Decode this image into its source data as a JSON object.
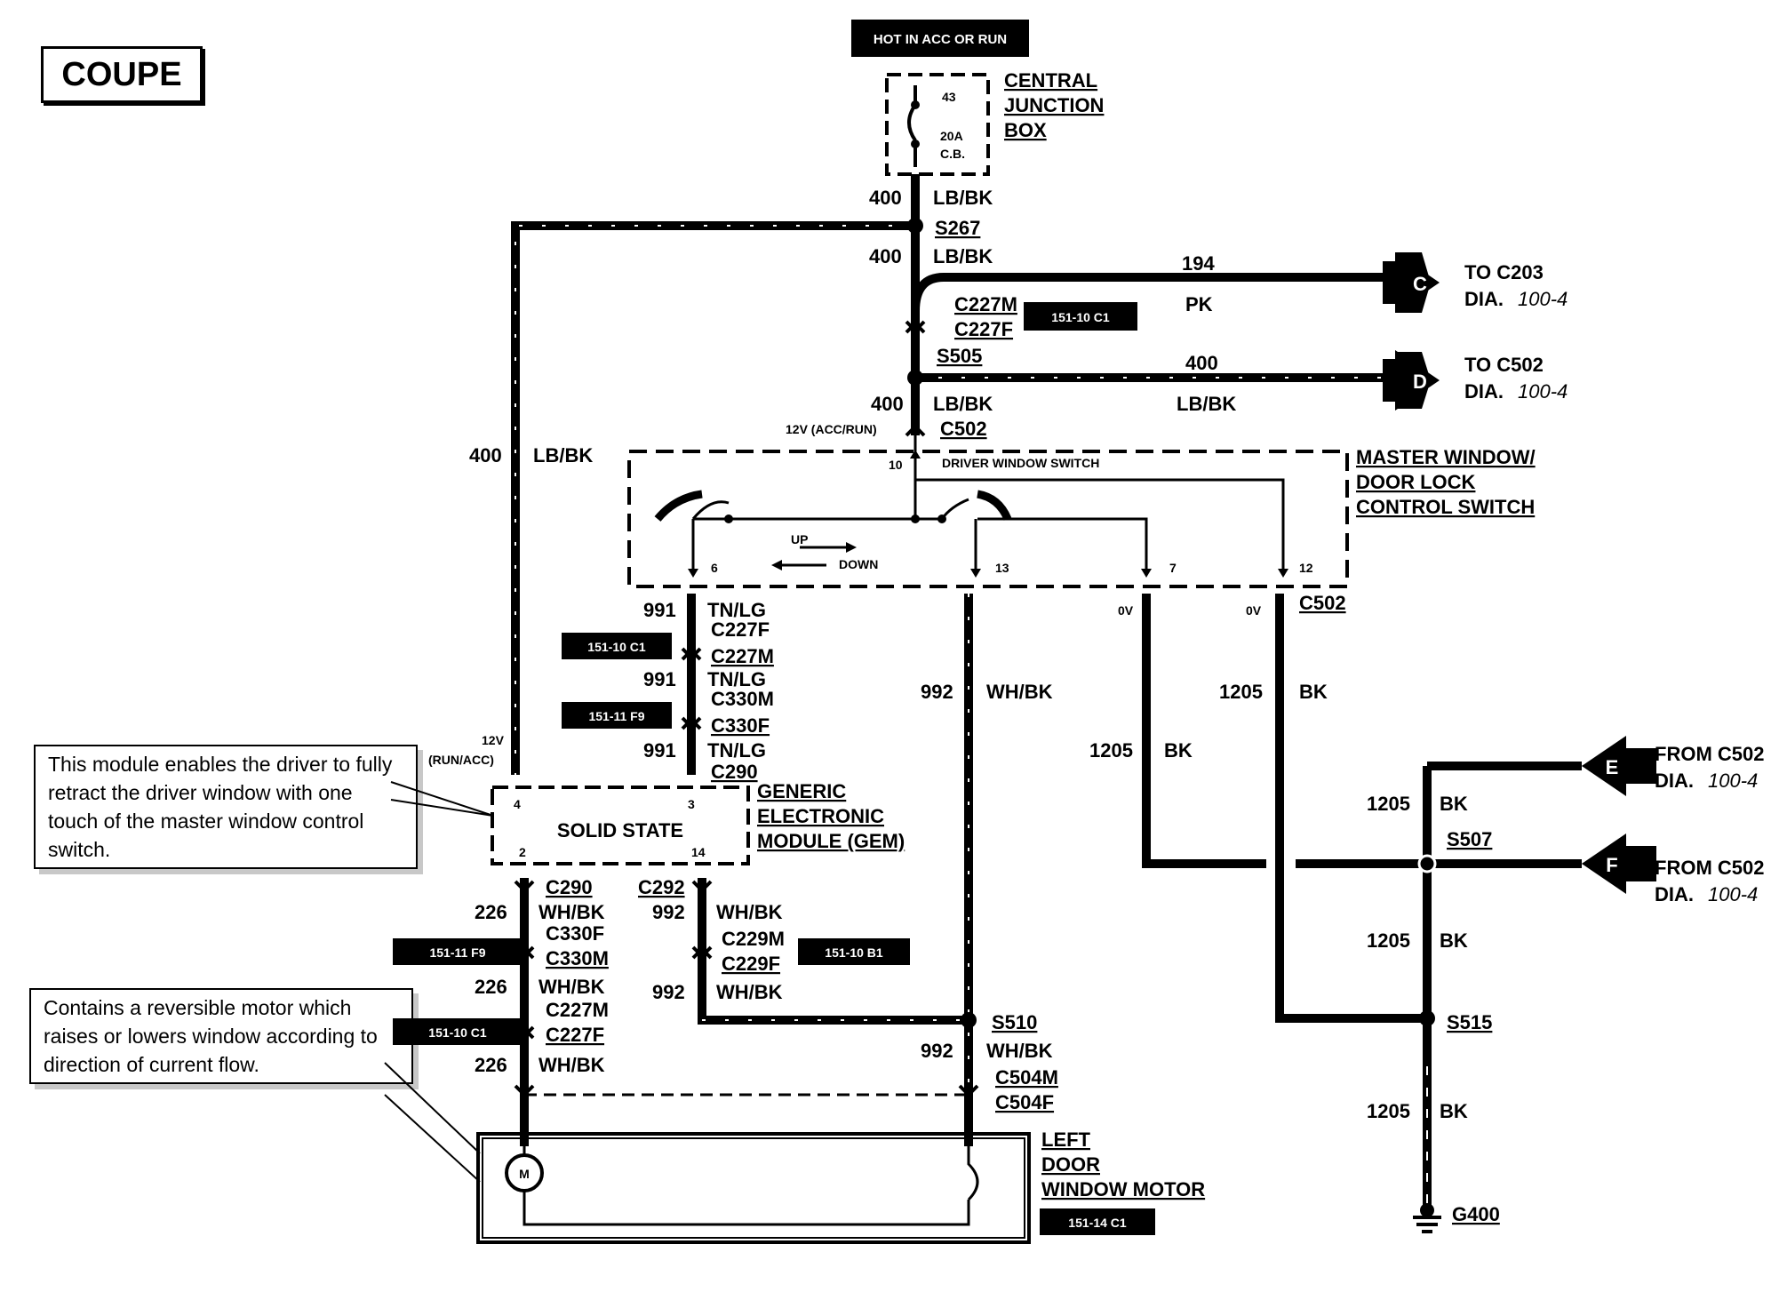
{
  "title": "COUPE",
  "power_label": "HOT IN ACC OR RUN",
  "junction_box": {
    "fuse_no": "43",
    "rating": "20A",
    "type": "C.B.",
    "name": [
      "CENTRAL",
      "JUNCTION",
      "BOX"
    ]
  },
  "wires": {
    "w400": "400",
    "lbbk": "LB/BK",
    "w194": "194",
    "pk": "PK",
    "w991": "991",
    "tnlg": "TN/LG",
    "w992": "992",
    "whbk": "WH/BK",
    "w1205": "1205",
    "bk": "BK",
    "w226": "226"
  },
  "splices": {
    "s267": "S267",
    "s505": "S505",
    "s507": "S507",
    "s510": "S510",
    "s515": "S515",
    "g400": "G400"
  },
  "connectors": {
    "c227m": "C227M",
    "c227f": "C227F",
    "c502": "C502",
    "c330m": "C330M",
    "c330f": "C330F",
    "c290": "C290",
    "c292": "C292",
    "c229m": "C229M",
    "c229f": "C229F",
    "c504m": "C504M",
    "c504f": "C504F"
  },
  "refs": {
    "r151_10_c1": "151-10 C1",
    "r151_11_f9": "151-11 F9",
    "r151_10_b1": "151-10 B1",
    "r151_14_c1": "151-14 C1"
  },
  "offpage": [
    {
      "letter": "C",
      "line1": "TO C203",
      "dia": "DIA.",
      "page": "100-4"
    },
    {
      "letter": "D",
      "line1": "TO C502",
      "dia": "DIA.",
      "page": "100-4"
    },
    {
      "letter": "E",
      "line1": "FROM C502",
      "dia": "DIA.",
      "page": "100-4"
    },
    {
      "letter": "F",
      "line1": "FROM C502",
      "dia": "DIA.",
      "page": "100-4"
    }
  ],
  "switch": {
    "name": [
      "MASTER WINDOW/",
      "DOOR LOCK",
      "CONTROL SWITCH"
    ],
    "inner": "DRIVER WINDOW SWITCH",
    "up": "UP",
    "down": "DOWN",
    "pins": [
      "10",
      "6",
      "13",
      "7",
      "12"
    ],
    "supply": "12V (ACC/RUN)",
    "ov": "0V"
  },
  "gem": {
    "body": "SOLID STATE",
    "name": [
      "GENERIC",
      "ELECTRONIC",
      "MODULE (GEM)"
    ],
    "pins": [
      "4",
      "3",
      "2",
      "14"
    ],
    "supply_a": "12V",
    "supply_b": "(RUN/ACC)"
  },
  "motor": {
    "symbol": "M",
    "name": [
      "LEFT",
      "DOOR",
      "WINDOW MOTOR"
    ]
  },
  "notes": {
    "gem_note": "This module enables the driver to fully retract the driver window with one touch of the master window control switch.",
    "motor_note": "Contains a reversible motor which raises or lowers window according to direction of current flow."
  }
}
